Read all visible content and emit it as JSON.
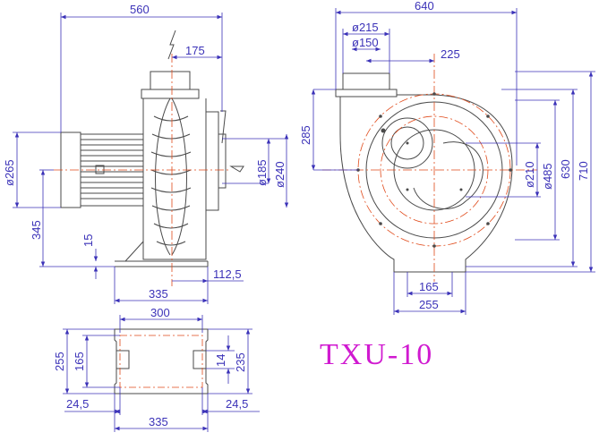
{
  "model": "TXU-10",
  "side_view": {
    "overall_length": "560",
    "inlet_offset": "175",
    "outlet_height": "345",
    "base_thickness": "15",
    "base_length": "335",
    "base_overhang": "112,5",
    "motor_diameter": "ø265",
    "flange_inner": "ø185",
    "flange_outer": "ø240"
  },
  "front_view": {
    "overall_width": "640",
    "outlet_outer": "ø215",
    "outlet_inner": "ø150",
    "outlet_offset": "225",
    "outlet_top": "285",
    "bolt_circle": "ø210",
    "scroll_diameter": "ø485",
    "height_630": "630",
    "height_710": "710",
    "foot_inner": "165",
    "foot_outer": "255"
  },
  "base_plan": {
    "slot_span": "300",
    "outer_depth": "255",
    "inner_depth": "165",
    "slot_width": "14",
    "hole_depth": "235",
    "edge_left": "24,5",
    "edge_right": "24,5",
    "overall_length": "335"
  },
  "colors": {
    "outline": "#4a4a4a",
    "dimension": "#3b32b8",
    "centerline": "#e04a1a",
    "title": "#d01ad0"
  }
}
